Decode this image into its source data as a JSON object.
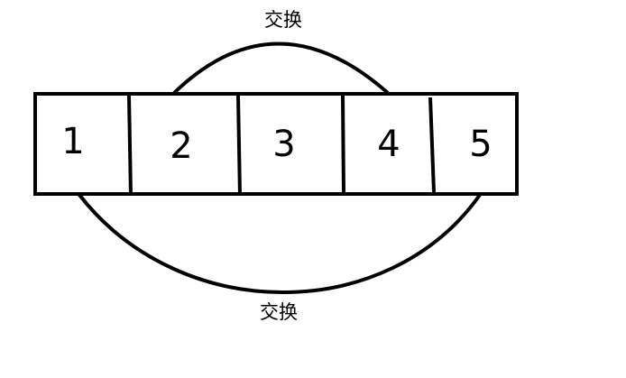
{
  "diagram": {
    "cells": [
      "1",
      "2",
      "3",
      "4",
      "5"
    ],
    "swaps": {
      "top_label": "交换",
      "bottom_label": "交换"
    },
    "colors": {
      "stroke": "#000000",
      "background": "#ffffff"
    }
  }
}
